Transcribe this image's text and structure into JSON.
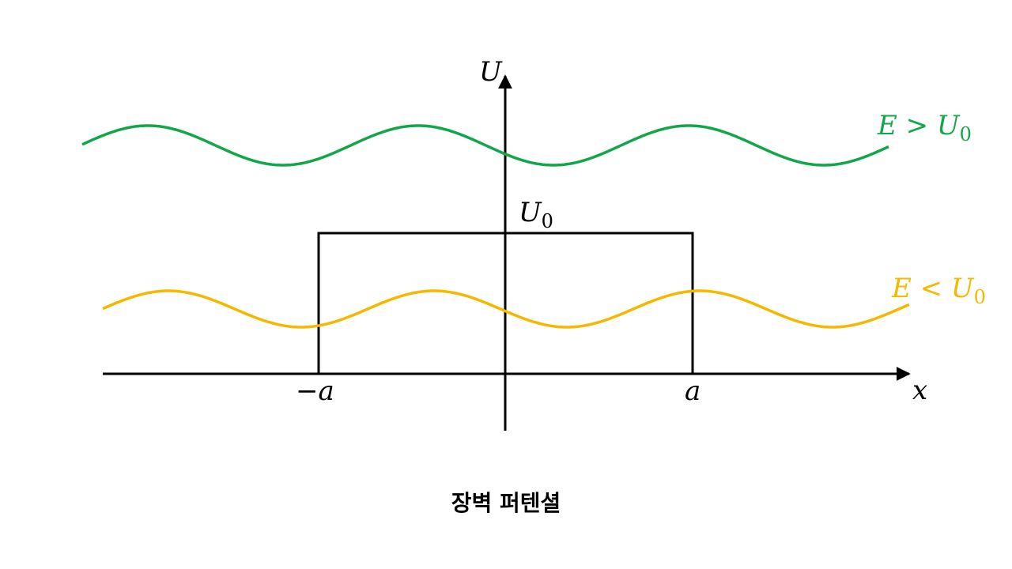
{
  "labels": {
    "y_axis": "U",
    "x_axis": "x",
    "barrier_height": {
      "main": "U",
      "sub": "0"
    },
    "left_edge": "−a",
    "right_edge": "a",
    "upper_wave": {
      "text": "E > U",
      "sub": "0"
    },
    "lower_wave": {
      "text": "E < U",
      "sub": "0"
    }
  },
  "colors": {
    "upper_wave": "#12a64a",
    "lower_wave": "#f4b800",
    "axes": "#000000"
  },
  "caption": "장벽 퍼텐셜"
}
